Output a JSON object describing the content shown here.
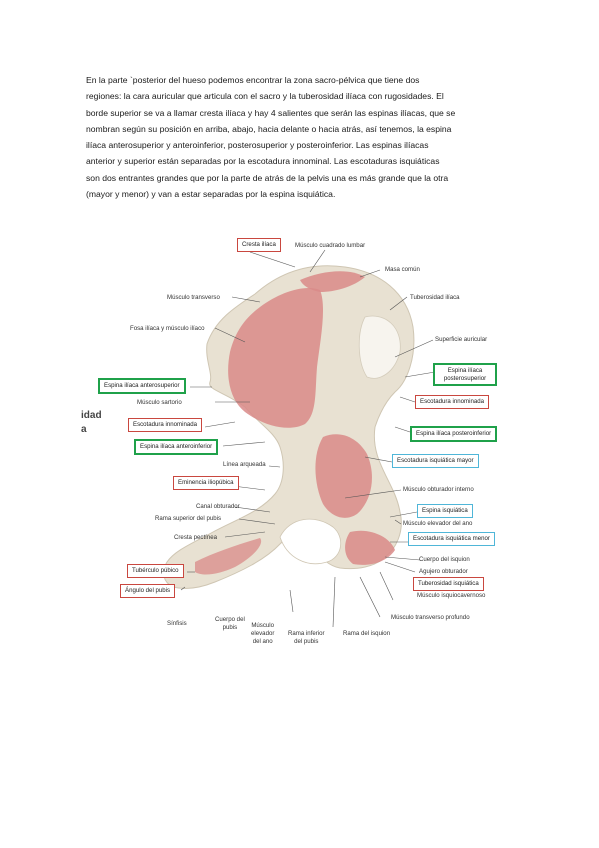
{
  "paragraph": {
    "lines": [
      "En la parte `posterior del hueso podemos encontrar la zona sacro-pélvica que tiene dos",
      "regiones: la cara auricular que articula con el sacro y la tuberosidad ilíaca con rugosidades. El",
      "borde superior se va a llamar cresta ilíaca y hay 4 salientes que serán las espinas ilíacas, que se",
      "nombran según su posición en arriba, abajo, hacia delante o hacia atrás, así tenemos, la espina",
      "ilíaca anterosuperior y anteroinferior, posterosuperior y posteroinferior. Las espinas ilíacas",
      "anterior y superior están separadas por la escotadura innominal. Las escotaduras isquiáticas",
      "son dos entrantes grandes que por la parte de atrás de la pelvis una es más grande que la otra",
      "(mayor y menor) y van a estar separadas por la espina isquiática."
    ]
  },
  "figure": {
    "fragment": [
      "idad",
      "a"
    ],
    "labels": {
      "cresta_iliaca": "Cresta ilíaca",
      "musculo_cuadrado_lumbar": "Músculo cuadrado lumbar",
      "masa_comun": "Masa común",
      "musculo_transverso": "Músculo transverso",
      "tuberosidad_iliaca": "Tuberosidad ilíaca",
      "fosa_iliaca": "Fosa ilíaca y músculo ilíaco",
      "superficie_auricular": "Superficie auricular",
      "espina_posterosuperior": "Espina ilíaca posterosuperior",
      "espina_anterosuperior": "Espina ilíaca anterosuperior",
      "musculo_sartorio": "Músculo sartorio",
      "escotadura_innominada_right": "Escotadura innominada",
      "escotadura_innominada_left": "Escotadura innominada",
      "espina_posteroinferior": "Espina ilíaca posteroinferior",
      "espina_anteroinferior": "Espina ilíaca anteroinferior",
      "escotadura_mayor": "Escotadura isquiática mayor",
      "linea_arqueada": "Línea arqueada",
      "eminencia_iliopubica": "Eminencia iliopúbica",
      "musculo_obturador_interno": "Músculo obturador interno",
      "canal_obturador": "Canal obturador",
      "espina_isquiatica": "Espina isquiática",
      "rama_superior_pubis": "Rama superior del pubis",
      "musculo_elevador_ano_right": "Músculo elevador del ano",
      "cresta_pectinea": "Cresta pectínea",
      "escotadura_menor": "Escotadura isquiática menor",
      "cuerpo_isquion": "Cuerpo del isquion",
      "tuberculo_pubico": "Tubérculo púbico",
      "agujero_obturador": "Agujero obturador",
      "tuberosidad_isquiatica": "Tuberosidad isquiática",
      "angulo_pubis": "Ángulo del pubis",
      "musculo_isquiocavernoso": "Músculo isquiocavernoso",
      "sinfisis": "Sínfisis",
      "cuerpo_pubis": "Cuerpo del\npubis",
      "musculo_elevador_ano_bottom": "Músculo\nelevador\ndel ano",
      "rama_inferior_pubis": "Rama inferior\ndel pubis",
      "rama_isquion": "Rama del isquion",
      "musculo_transverso_profundo": "Músculo transverso profundo"
    }
  },
  "colors": {
    "bone": "#e8e1d2",
    "muscle": "#d98a88",
    "red_box": "#c9473f",
    "green_box": "#1fa14a",
    "blue_box": "#4fb6d8"
  }
}
